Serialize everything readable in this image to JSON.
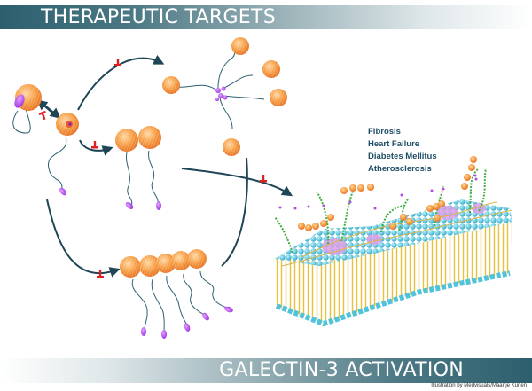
{
  "header": {
    "title": "THERAPEUTIC TARGETS"
  },
  "footer": {
    "title": "GALECTIN-3 ACTIVATION",
    "credit": "Illustration by Medvisuals/Maartje Kunen"
  },
  "diseases": {
    "items": [
      "Fibrosis",
      "Heart Failure",
      "Diabetes Mellitus",
      "Atherosclerosis"
    ]
  },
  "colors": {
    "bar_dark": "#2c5f6e",
    "arrow": "#1f4656",
    "inhibitor": "#e02020",
    "galectin": "#f59a3c",
    "tail": "#9a2ee0",
    "membrane_head": "#4fc3dc",
    "membrane_tail": "#e8c23a",
    "glycan": "#3cae3c",
    "disease_text": "#1f4e66"
  },
  "diagram": {
    "stages": [
      "monomer-closed",
      "monomer-open",
      "dimer",
      "pentamer-cluster",
      "oligomer-chain",
      "membrane-lattice"
    ]
  }
}
